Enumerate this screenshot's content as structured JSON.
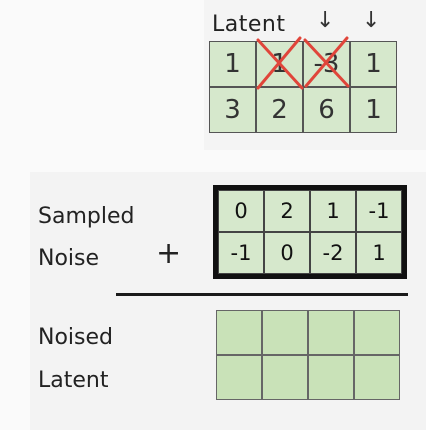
{
  "latent": {
    "title": "Latent",
    "arrows": [
      "↓",
      "↓"
    ],
    "rows": [
      [
        "1",
        "1",
        "-3",
        "1"
      ],
      [
        "3",
        "2",
        "6",
        "1"
      ]
    ],
    "crossed_cells": [
      "row0-col1",
      "row0-col2"
    ],
    "cross_color": "#e0453a",
    "cell_color": "#d6e8cc"
  },
  "noise": {
    "label_line1": "Sampled",
    "label_line2": "Noise",
    "operator": "+",
    "rows": [
      [
        "0",
        "2",
        "1",
        "-1"
      ],
      [
        "-1",
        "0",
        "-2",
        "1"
      ]
    ]
  },
  "noised": {
    "label_line1": "Noised",
    "label_line2": "Latent",
    "rows": [
      [
        "",
        "",
        "",
        ""
      ],
      [
        "",
        "",
        "",
        ""
      ]
    ],
    "cell_color": "#c9e2b8"
  }
}
